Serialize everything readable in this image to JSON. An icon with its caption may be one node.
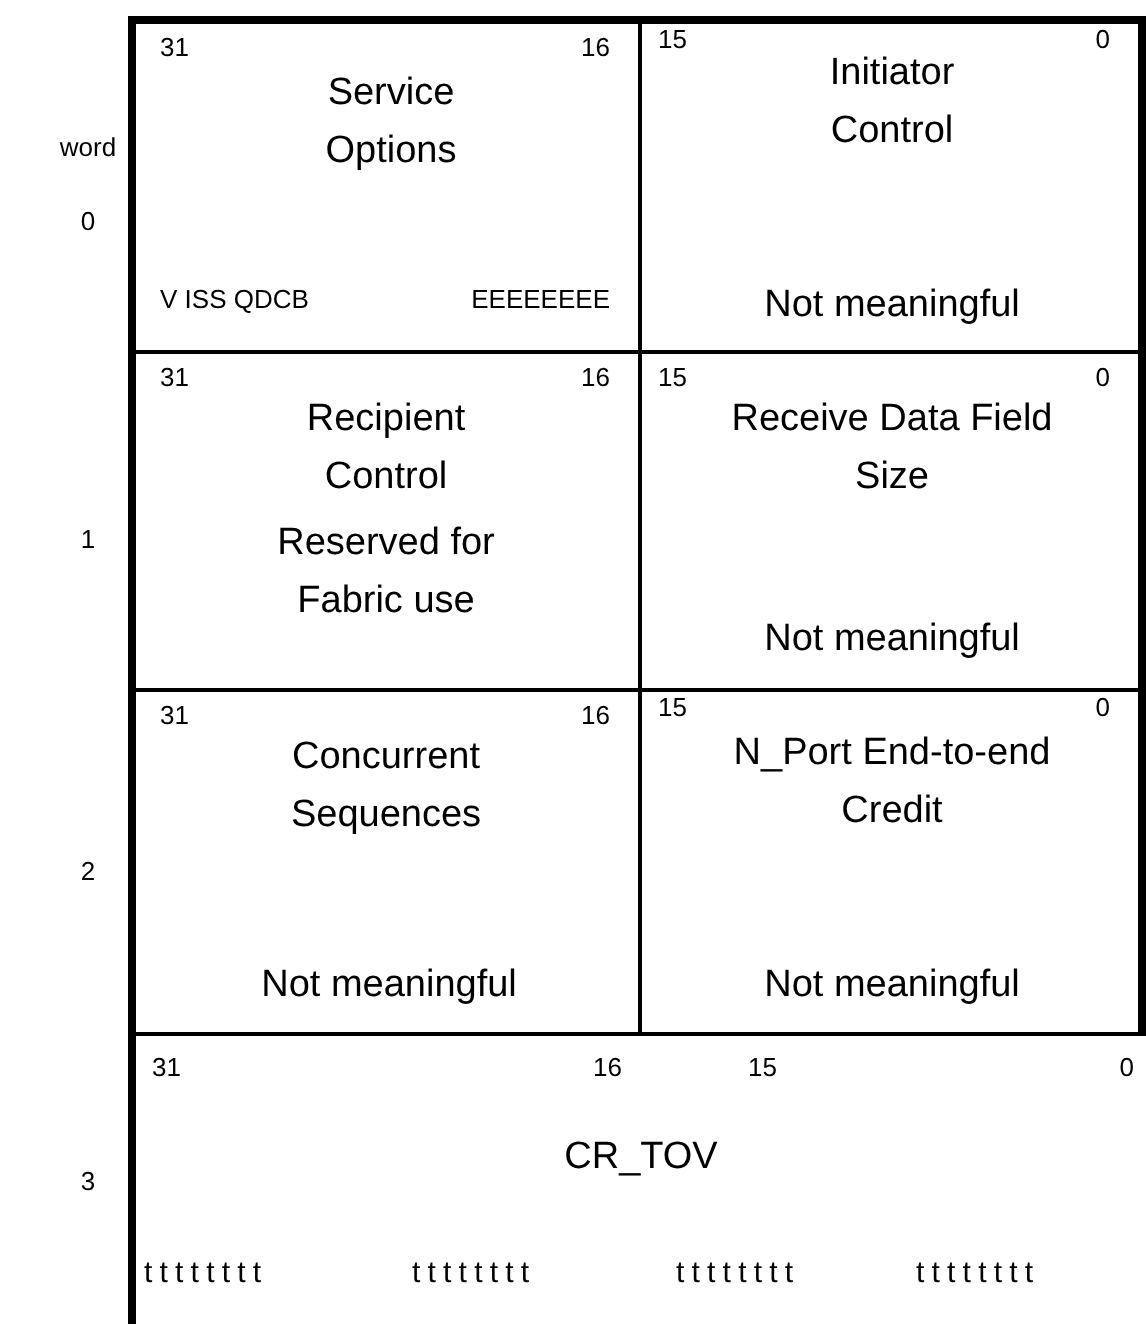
{
  "diagram": {
    "nodes": [
      {
        "text": [
          "31",
          "16",
          "Service Options",
          "V ISS QDCB",
          "EEEEEEEE"
        ]
      },
      {
        "text": [
          "15",
          "0",
          "Initiator Control",
          "Not meaningful"
        ]
      },
      {
        "text": [
          "31",
          "16",
          "Recipient Control",
          "Reserved for Fabric use"
        ]
      },
      {
        "text": [
          "15",
          "0",
          "Receive Data Field Size",
          "Not meaningful"
        ]
      },
      {
        "text": [
          "31",
          "16",
          "Concurrent Sequences",
          "Not meaningful"
        ]
      },
      {
        "text": [
          "15",
          "0",
          "N_Port End-to-end Credit",
          "Not meaningful"
        ]
      },
      {
        "text": [
          "31",
          "16",
          "15",
          "0",
          "CR_TOV",
          "tttttttt",
          "tttttttt",
          "tttttttt",
          "tttttttt"
        ]
      }
    ],
    "labels": [
      "word",
      "0",
      "1",
      "2",
      "3"
    ]
  }
}
